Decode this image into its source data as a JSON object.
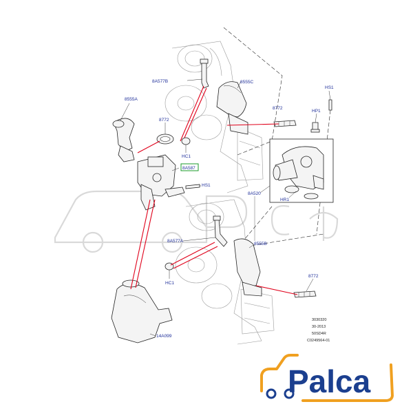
{
  "labels": {
    "p_8A577B": "8A577B",
    "p_8555C": "8555C",
    "p_8555A": "8555A",
    "p_8772_top": "8772",
    "p_8772_left": "8772",
    "p_HS1_top": "HS1",
    "p_HP1": "HP1",
    "p_HC1_top": "HC1",
    "p_8A587": "8A587",
    "p_HS1_mid": "HS1",
    "p_8A520": "8A520",
    "p_HR1": "HR1",
    "p_8A577A": "8A577A",
    "p_8555B": "8555B",
    "p_HC1_bottom": "HC1",
    "p_8772_bottom": "8772",
    "p_14A099": "14A099"
  },
  "reference": {
    "line1": "3030320",
    "line2": "30-2013",
    "line3": "50SD4R",
    "line4": "C0249564-01"
  },
  "brand": {
    "name": "Palca",
    "color": "#1b3f8f",
    "accent": "#f0a020"
  },
  "colors": {
    "label": "#1f2f9a",
    "leader": "#e0001a",
    "highlight_box": "#1a9a2a"
  }
}
